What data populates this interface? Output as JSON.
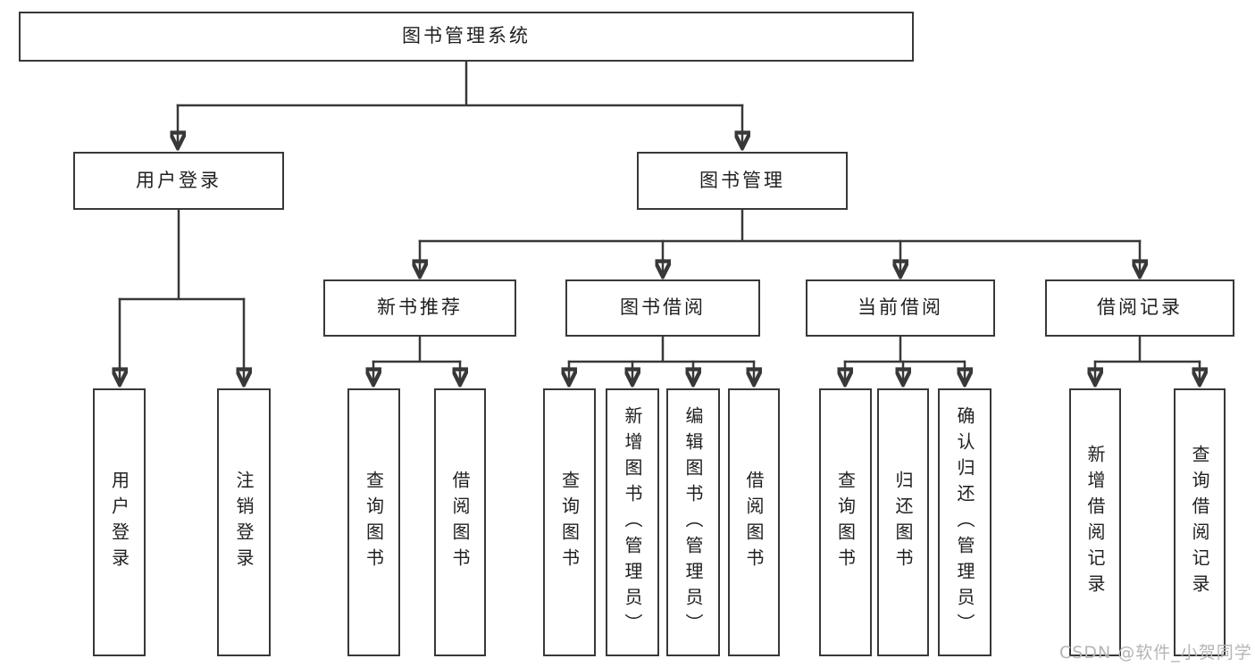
{
  "diagram": {
    "root": {
      "label": "图书管理系统"
    },
    "level2": {
      "user_login": {
        "label": "用户登录"
      },
      "book_management": {
        "label": "图书管理"
      }
    },
    "level3": {
      "new_book_recommend": {
        "label": "新书推荐"
      },
      "book_borrowing": {
        "label": "图书借阅"
      },
      "current_borrowing": {
        "label": "当前借阅"
      },
      "borrowing_records": {
        "label": "借阅记录"
      }
    },
    "leaves": {
      "user_login": {
        "label": "用户登录"
      },
      "logout_login": {
        "label": "注销登录"
      },
      "recommend_query_books": {
        "label": "查询图书"
      },
      "recommend_borrow_books": {
        "label": "借阅图书"
      },
      "borrowing_query_books": {
        "label": "查询图书"
      },
      "borrowing_add_books": {
        "label": "新增图书（管理员）"
      },
      "borrowing_edit_books": {
        "label": "编辑图书（管理员）"
      },
      "borrowing_borrow_books": {
        "label": "借阅图书"
      },
      "current_query_books": {
        "label": "查询图书"
      },
      "current_return_books": {
        "label": "归还图书"
      },
      "current_confirm_return": {
        "label": "确认归还（管理员）"
      },
      "records_add_record": {
        "label": "新增借阅记录"
      },
      "records_query_record": {
        "label": "查询借阅记录"
      }
    },
    "hierarchy": {
      "图书管理系统": {
        "用户登录": [
          "用户登录",
          "注销登录"
        ],
        "图书管理": {
          "新书推荐": [
            "查询图书",
            "借阅图书"
          ],
          "图书借阅": [
            "查询图书",
            "新增图书（管理员）",
            "编辑图书（管理员）",
            "借阅图书"
          ],
          "当前借阅": [
            "查询图书",
            "归还图书",
            "确认归还（管理员）"
          ],
          "借阅记录": [
            "新增借阅记录",
            "查询借阅记录"
          ]
        }
      }
    }
  },
  "watermark": {
    "text": "CSDN @软件_小贺同学"
  },
  "colors": {
    "background": "#ffffff",
    "line": "#383838",
    "box_border": "#383838",
    "text": "#1f1f1f",
    "watermark": "#b5b5b5"
  }
}
